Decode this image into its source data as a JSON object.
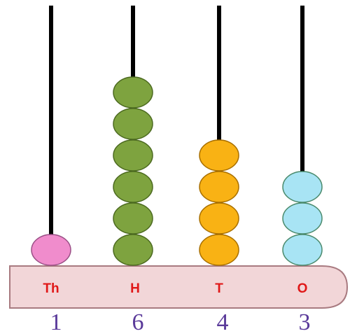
{
  "abacus": {
    "columns": [
      {
        "place": "Th",
        "digit": "1",
        "beads": 1,
        "bead_color": "#f08ccc",
        "bead_stroke": "#9a4f86"
      },
      {
        "place": "H",
        "digit": "6",
        "beads": 6,
        "bead_color": "#7ea33f",
        "bead_stroke": "#4c6a20"
      },
      {
        "place": "T",
        "digit": "4",
        "beads": 4,
        "bead_color": "#f9b214",
        "bead_stroke": "#a86f00"
      },
      {
        "place": "O",
        "digit": "3",
        "beads": 3,
        "bead_color": "#a8e4f4",
        "bead_stroke": "#4a8a6c"
      }
    ],
    "rod_color": "#000000",
    "base_color": "#f2d6d8",
    "base_stroke": "#a87a80",
    "label_color": "#e01818",
    "digit_color": "#5a3a9a"
  }
}
